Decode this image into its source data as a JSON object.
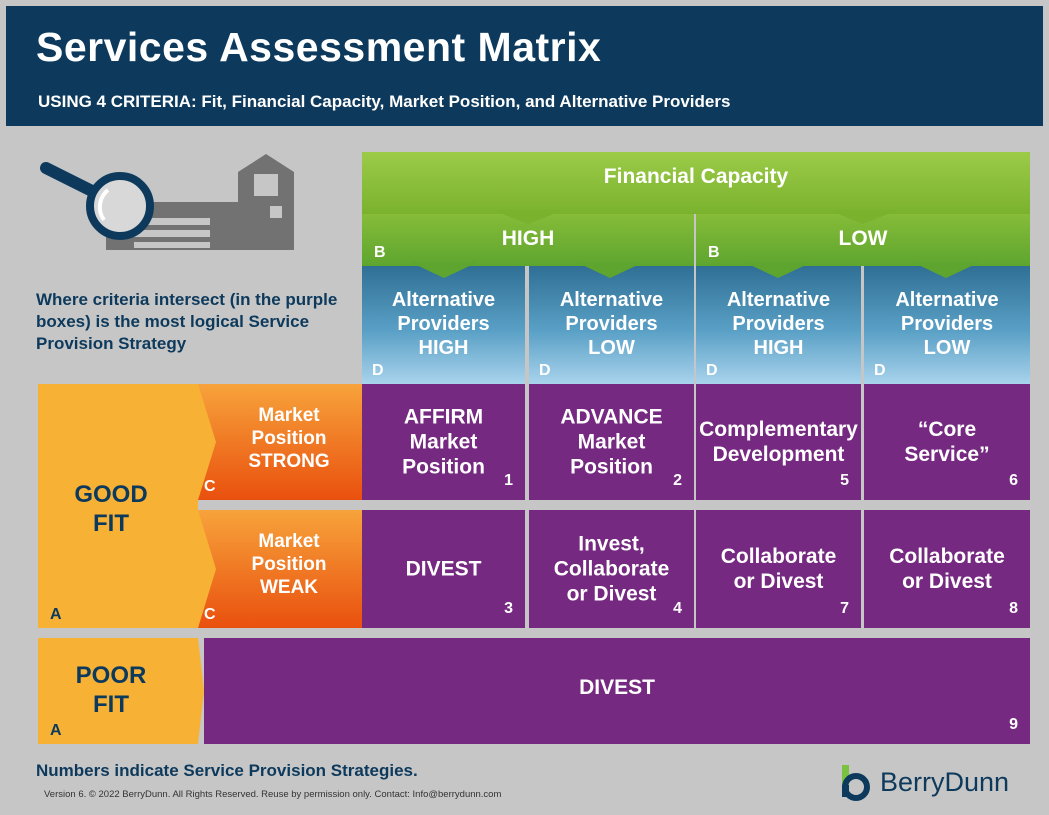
{
  "header": {
    "title": "Services Assessment Matrix",
    "subtitle": "USING 4 CRITERIA: Fit, Financial Capacity, Market Position, and Alternative Providers"
  },
  "intro_text": "Where criteria intersect (in the purple boxes) is the most logical Service Provision Strategy",
  "financial_capacity": {
    "label": "Financial Capacity",
    "levels": [
      {
        "letter": "B",
        "label": "HIGH"
      },
      {
        "letter": "B",
        "label": "LOW"
      }
    ]
  },
  "alternative_providers": [
    {
      "letter": "D",
      "label": "Alternative\nProviders\nHIGH"
    },
    {
      "letter": "D",
      "label": "Alternative\nProviders\nLOW"
    },
    {
      "letter": "D",
      "label": "Alternative\nProviders\nHIGH"
    },
    {
      "letter": "D",
      "label": "Alternative\nProviders\nLOW"
    }
  ],
  "fit": {
    "good": {
      "letter": "A",
      "label": "GOOD\nFIT"
    },
    "poor": {
      "letter": "A",
      "label": "POOR\nFIT"
    }
  },
  "market_position": [
    {
      "letter": "C",
      "label": "Market\nPosition\nSTRONG"
    },
    {
      "letter": "C",
      "label": "Market\nPosition\nWEAK"
    }
  ],
  "strategies": {
    "row_strong": [
      {
        "label": "AFFIRM\nMarket\nPosition",
        "number": "1"
      },
      {
        "label": "ADVANCE\nMarket\nPosition",
        "number": "2"
      },
      {
        "label": "Complementary\nDevelopment",
        "number": "5"
      },
      {
        "label": "“Core\nService”",
        "number": "6"
      }
    ],
    "row_weak": [
      {
        "label": "DIVEST",
        "number": "3"
      },
      {
        "label": "Invest,\nCollaborate\nor Divest",
        "number": "4"
      },
      {
        "label": "Collaborate\nor Divest",
        "number": "7"
      },
      {
        "label": "Collaborate\nor Divest",
        "number": "8"
      }
    ],
    "poor_fit": {
      "label": "DIVEST",
      "number": "9"
    }
  },
  "footnote": "Numbers indicate Service Provision Strategies.",
  "copyright": "Version 6. © 2022 BerryDunn.  All Rights Reserved. Reuse by permission only. Contact: Info@berrydunn.com",
  "brand": {
    "name": "BerryDunn",
    "logo_icon": "berrydunn-b-logo-icon"
  },
  "illustration_icon": "magnifier-building-icon",
  "colors": {
    "navy": "#0d3a5c",
    "green": "#8dbf3a",
    "purple": "#762981",
    "orange": "#ef7a1e",
    "yellow": "#f7b235",
    "blue": "#4f8fb8"
  }
}
